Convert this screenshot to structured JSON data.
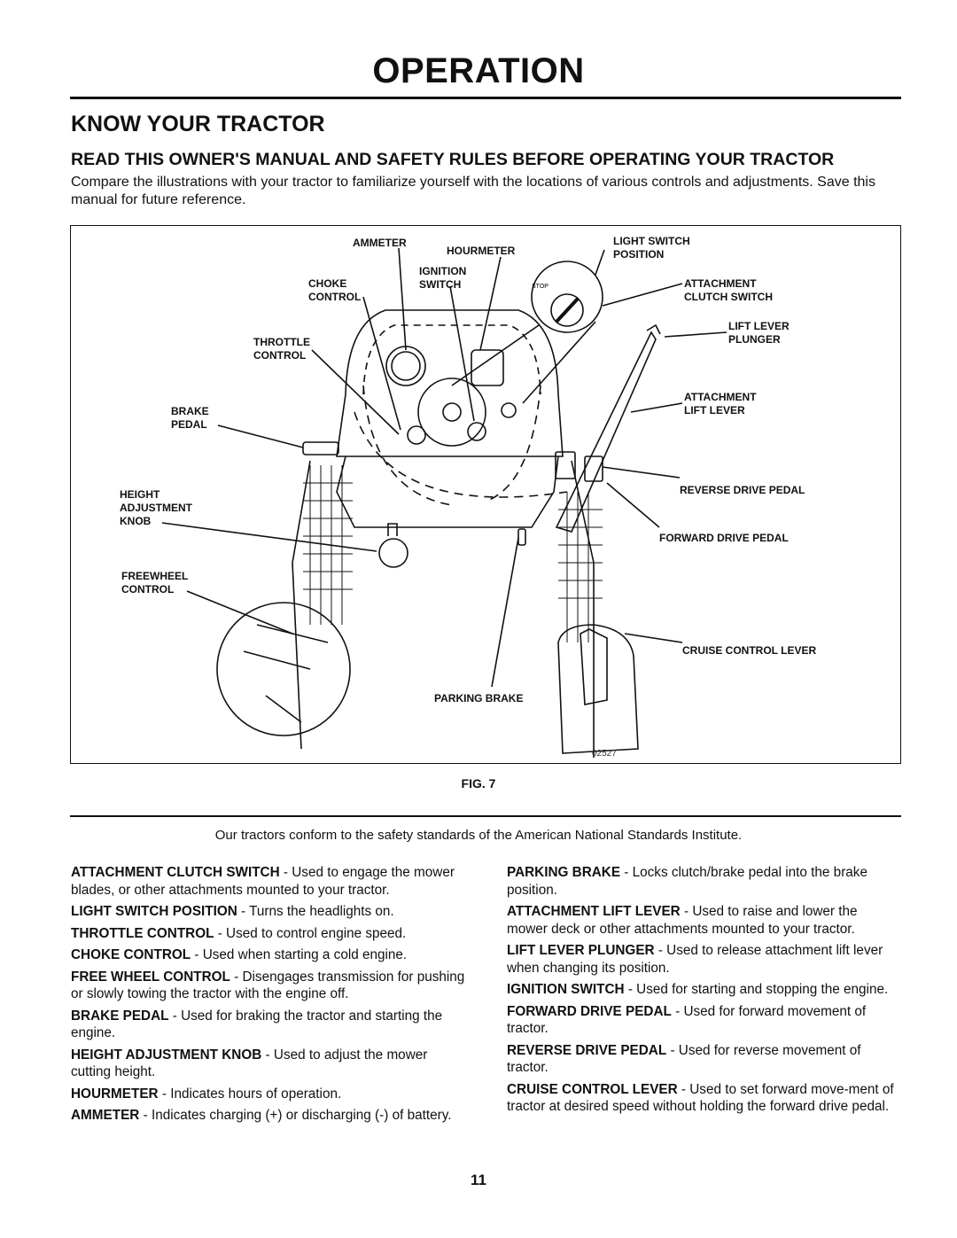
{
  "header": {
    "title": "OPERATION"
  },
  "section": {
    "title": "KNOW YOUR TRACTOR",
    "subtitle": "READ THIS OWNER'S MANUAL AND SAFETY RULES BEFORE OPERATING YOUR TRACTOR",
    "intro": "Compare the illustrations with your tractor to familiarize yourself with the locations of various controls and adjustments. Save this manual for future reference."
  },
  "figure": {
    "labels": {
      "ammeter": "AMMETER",
      "hourmeter": "HOURMETER",
      "light_switch": "LIGHT SWITCH\nPOSITION",
      "ignition": "IGNITION\nSWITCH",
      "choke": "CHOKE\nCONTROL",
      "attach_clutch": "ATTACHMENT\nCLUTCH SWITCH",
      "lift_plunger": "LIFT LEVER\nPLUNGER",
      "throttle": "THROTTLE\nCONTROL",
      "attach_lift": "ATTACHMENT\nLIFT LEVER",
      "brake": "BRAKE\nPEDAL",
      "reverse": "REVERSE DRIVE PEDAL",
      "height": "HEIGHT\nADJUSTMENT\nKNOB",
      "forward": "FORWARD DRIVE PEDAL",
      "freewheel": "FREEWHEEL\nCONTROL",
      "cruise": "CRUISE CONTROL LEVER",
      "parking": "PARKING BRAKE",
      "stop": "STOP",
      "part_no": "02527"
    },
    "caption": "FIG. 7"
  },
  "standards_note": "Our tractors conform to the safety standards of the American National Standards Institute.",
  "left_column": [
    {
      "term": "ATTACHMENT CLUTCH SWITCH",
      "text": " - Used to engage the mower blades, or other attachments mounted to your tractor."
    },
    {
      "term": "LIGHT SWITCH POSITION",
      "text": " - Turns the headlights on."
    },
    {
      "term": "THROTTLE CONTROL",
      "text": " - Used to control engine speed."
    },
    {
      "term": "CHOKE CONTROL",
      "text": " - Used when  starting a cold engine."
    },
    {
      "term": "FREE WHEEL CONTROL",
      "text": " - Disengages transmission for pushing or slowly towing the tractor with the engine off."
    },
    {
      "term": "BRAKE PEDAL",
      "text": " - Used for braking the tractor and starting the engine."
    },
    {
      "term": "HEIGHT ADJUSTMENT KNOB",
      "text": " - Used to adjust the mower cutting height."
    },
    {
      "term": "HOURMETER",
      "text": " - Indicates hours of operation."
    },
    {
      "term": "AMMETER",
      "text": " - Indicates charging (+) or discharging (-) of battery."
    }
  ],
  "right_column": [
    {
      "term": "PARKING BRAKE",
      "text": " - Locks clutch/brake pedal into the brake position."
    },
    {
      "term": "ATTACHMENT LIFT LEVER",
      "text": " - Used to raise and lower the mower deck or other attachments mounted to your tractor."
    },
    {
      "term": "LIFT LEVER PLUNGER",
      "text": " - Used to release attachment lift lever when changing its position."
    },
    {
      "term": "IGNITION SWITCH",
      "text": " - Used for starting and stopping the engine."
    },
    {
      "term": "FORWARD DRIVE PEDAL",
      "text": " - Used for forward movement of tractor."
    },
    {
      "term": "REVERSE DRIVE PEDAL",
      "text": " - Used for reverse movement of tractor."
    },
    {
      "term": "CRUISE CONTROL LEVER",
      "text": " - Used to set forward move-ment of tractor at desired speed without holding the forward drive pedal."
    }
  ],
  "page_number": "11"
}
